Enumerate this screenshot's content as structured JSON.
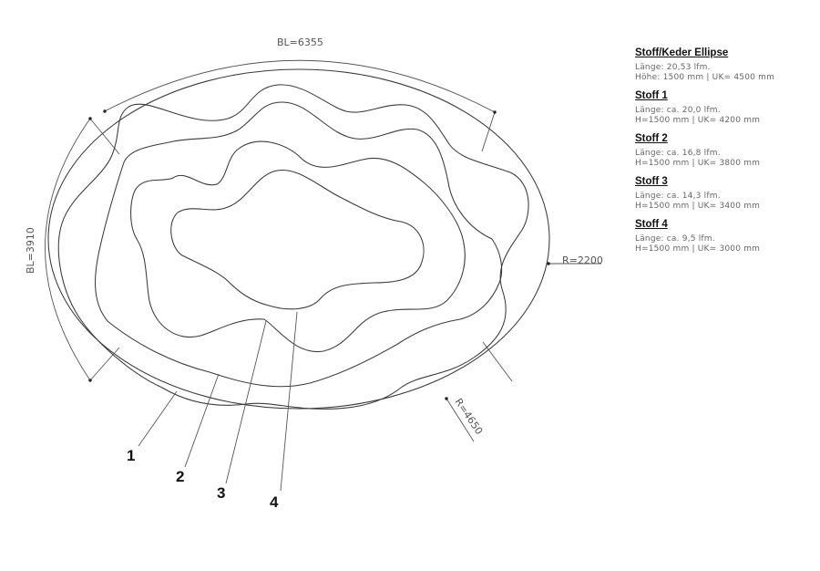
{
  "drawing": {
    "dimensions": {
      "bl_top": "BL=6355",
      "bl_left": "BL=3910",
      "r_right": "R=2200",
      "r_bottom": "R=4650"
    },
    "labels": [
      "1",
      "2",
      "3",
      "4"
    ]
  },
  "legend": [
    {
      "title": "Stoff/Keder Ellipse",
      "lines": [
        "Länge: 20,53 lfm.",
        "Höhe: 1500 mm | UK= 4500 mm"
      ]
    },
    {
      "title": "Stoff 1",
      "lines": [
        "Länge: ca. 20,0 lfm.",
        "H=1500 mm | UK= 4200 mm"
      ]
    },
    {
      "title": "Stoff 2",
      "lines": [
        "Länge: ca. 16,8 lfm.",
        "H=1500 mm | UK= 3800 mm"
      ]
    },
    {
      "title": "Stoff 3",
      "lines": [
        "Länge: ca. 14,3 lfm.",
        "H=1500 mm | UK= 3400 mm"
      ]
    },
    {
      "title": "Stoff 4",
      "lines": [
        "Länge: ca. 9,5 lfm.",
        "H=1500 mm | UK= 3000 mm"
      ]
    }
  ]
}
